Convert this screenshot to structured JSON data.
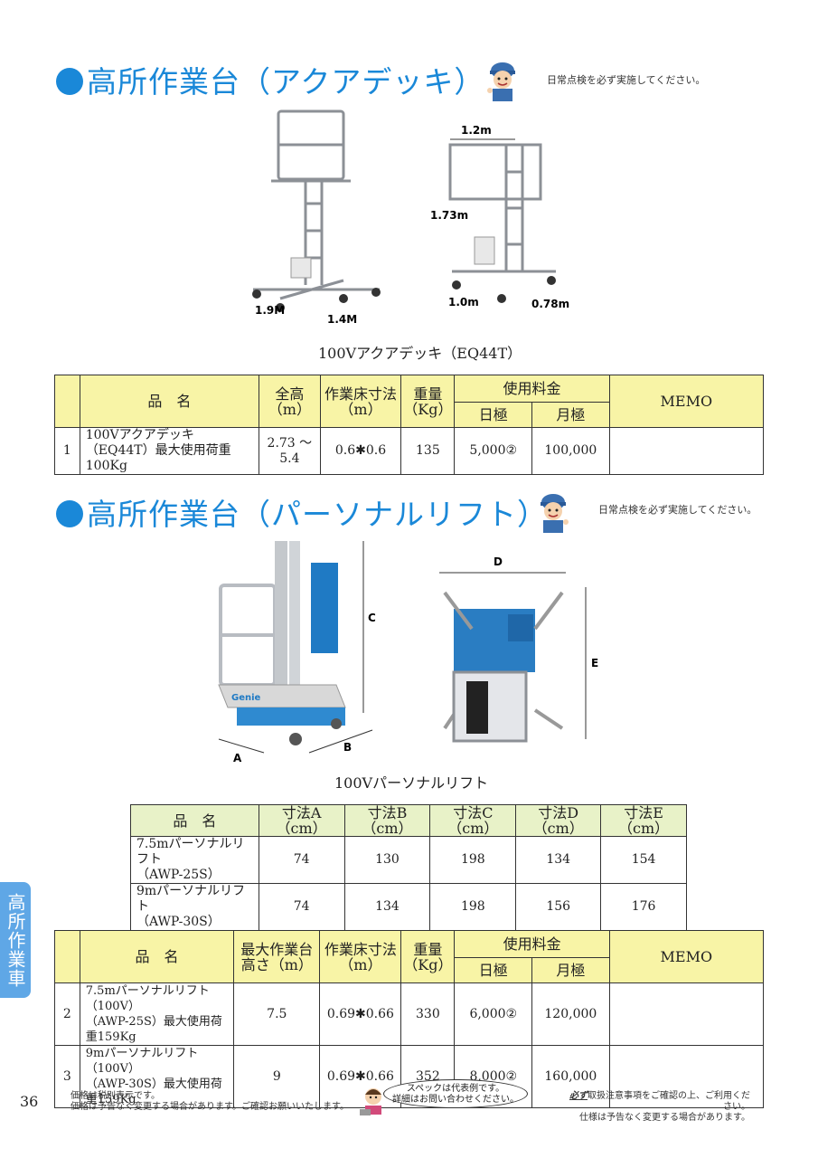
{
  "section1": {
    "heading": "高所作業台（アクアデッキ）",
    "notice": "日常点検を必ず実施してください。",
    "figure": {
      "dim_width": "1.2m",
      "dim_height": "1.73m",
      "dim_length": "1.0m",
      "dim_depth": "0.78m",
      "dim_side": "1.9M",
      "dim_base": "1.4M"
    },
    "caption": "100Vアクアデッキ（EQ44T）",
    "table": {
      "headers": {
        "name": "品　名",
        "height": "全高（m）",
        "floor": "作業床寸法（m）",
        "weight": "重量（Kg）",
        "fee": "使用料金",
        "day": "日極",
        "month": "月極",
        "memo": "MEMO"
      },
      "rows": [
        {
          "no": "1",
          "name_line1": "100Vアクアデッキ",
          "name_line2": "（EQ44T）最大使用荷重100Kg",
          "height": "2.73 ～ 5.4",
          "floor": "0.6✱0.6",
          "weight": "135",
          "day": "5,000②",
          "month": "100,000",
          "memo": ""
        }
      ]
    }
  },
  "section2": {
    "heading": "高所作業台（パーソナルリフト）",
    "notice": "日常点検を必ず実施してください。",
    "figure": {
      "a": "A",
      "b": "B",
      "c": "C",
      "d": "D",
      "e": "E",
      "brand": "Genie"
    },
    "caption": "100Vパーソナルリフト",
    "dim_table": {
      "headers": [
        "品　名",
        "寸法A（cm）",
        "寸法B（cm）",
        "寸法C（cm）",
        "寸法D（cm）",
        "寸法E（cm）"
      ],
      "rows": [
        {
          "name_line1": "7.5mパーソナルリフト",
          "name_line2": "（AWP-25S）",
          "a": "74",
          "b": "130",
          "c": "198",
          "d": "134",
          "e": "154"
        },
        {
          "name_line1": "9mパーソナルリフト",
          "name_line2": "（AWP-30S）",
          "a": "74",
          "b": "134",
          "c": "198",
          "d": "156",
          "e": "176"
        }
      ]
    },
    "table": {
      "headers": {
        "name": "品　名",
        "height": "最大作業台高さ（m）",
        "floor": "作業床寸法（m）",
        "weight": "重量（Kg）",
        "fee": "使用料金",
        "day": "日極",
        "month": "月極",
        "memo": "MEMO"
      },
      "rows": [
        {
          "no": "2",
          "name_line1": "7.5mパーソナルリフト（100V）",
          "name_line2": "（AWP-25S）最大使用荷重159Kg",
          "height": "7.5",
          "floor": "0.69✱0.66",
          "weight": "330",
          "day": "6,000②",
          "month": "120,000",
          "memo": ""
        },
        {
          "no": "3",
          "name_line1": "9mパーソナルリフト（100V）",
          "name_line2": "（AWP-30S）最大使用荷重159Kg",
          "height": "9",
          "floor": "0.69✱0.66",
          "weight": "352",
          "day": "8,000②",
          "month": "160,000",
          "memo": ""
        }
      ]
    }
  },
  "side_tab": "高所作業車",
  "footer": {
    "page_number": "36",
    "left_line1": "価格は税別表示です。",
    "left_line2": "価格は予告なく変更する場合があります。ご確認お願いいたします。",
    "bubble_line1": "スペックは代表例です。",
    "bubble_line2": "詳細はお問い合わせください。",
    "right_emph": "必ず",
    "right_line1": "取扱注意事項をご確認の上、ご利用ください。",
    "right_line2": "仕様は予告なく変更する場合があります。"
  },
  "colors": {
    "heading": "#1a88d8",
    "yellow_header": "#f8f4a6",
    "green_header": "#e8f2c8",
    "side_tab": "#5fa7e6"
  }
}
